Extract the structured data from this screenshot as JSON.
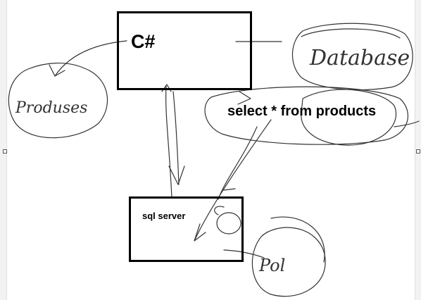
{
  "diagram": {
    "csharp_label": "C#",
    "sqlserver_label": "sql server",
    "query_label": "select * from products",
    "handwritten": {
      "products": "Produses",
      "database": "Database",
      "pol": "Pol"
    }
  }
}
